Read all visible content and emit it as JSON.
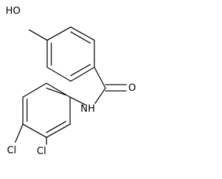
{
  "molecule": {
    "atoms": {
      "hydroxyl": "HO",
      "oxygen": "O",
      "amide_nh": "NH",
      "chloro_1": "Cl",
      "chloro_2": "Cl"
    }
  }
}
